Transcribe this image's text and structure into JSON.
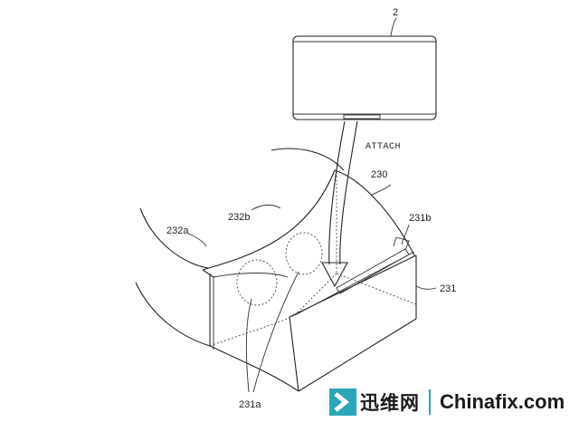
{
  "labels": {
    "device": "2",
    "attach": "ATTACH",
    "goggles": "230",
    "body": "231",
    "slot": "231b",
    "lens_openings": "231a",
    "strap_left": "232a",
    "strap_top": "232b"
  },
  "watermark": {
    "cn_text": "迅维网",
    "en_text": "Chinafix.com",
    "accent_color": "#2aa6b8",
    "logo_icon": "chevron-logo-icon"
  }
}
